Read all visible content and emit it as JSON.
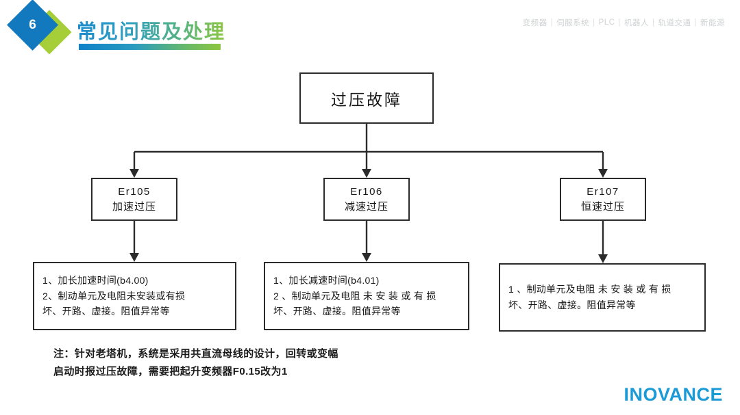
{
  "header": {
    "badge_number": "6",
    "title": "常见问题及处理",
    "nav_items": [
      "变频器",
      "伺服系统",
      "PLC",
      "机器人",
      "轨道交通",
      "新能源"
    ],
    "nav_separator": "|",
    "accent_blue": "#1279be",
    "accent_green": "#a6ce39"
  },
  "flowchart": {
    "root": {
      "label": "过压故障"
    },
    "branches": [
      {
        "code": "Er105",
        "name": "加速过压"
      },
      {
        "code": "Er106",
        "name": "减速过压"
      },
      {
        "code": "Er107",
        "name": "恒速过压"
      }
    ],
    "details": [
      {
        "lines": [
          "1、加长加速时间(b4.00)",
          "2、制动单元及电阻未安装或有损",
          "坏、开路、虚接。阻值异常等"
        ]
      },
      {
        "lines": [
          "1、加长减速时间(b4.01)",
          "2 、制动单元及电阻 未 安 装 或 有 损",
          "坏、开路、虚接。阻值异常等"
        ]
      },
      {
        "lines": [
          "1 、制动单元及电阻 未 安 装 或 有 损",
          "坏、开路、虚接。阻值异常等"
        ]
      }
    ]
  },
  "note": {
    "lines": [
      "注：针对老塔机，系统是采用共直流母线的设计，回转或变幅",
      "启动时报过压故障，需要把起升变频器F0.15改为1"
    ]
  },
  "footer": {
    "brand": "INOVANCE",
    "brand_color": "#1b9ad6"
  }
}
